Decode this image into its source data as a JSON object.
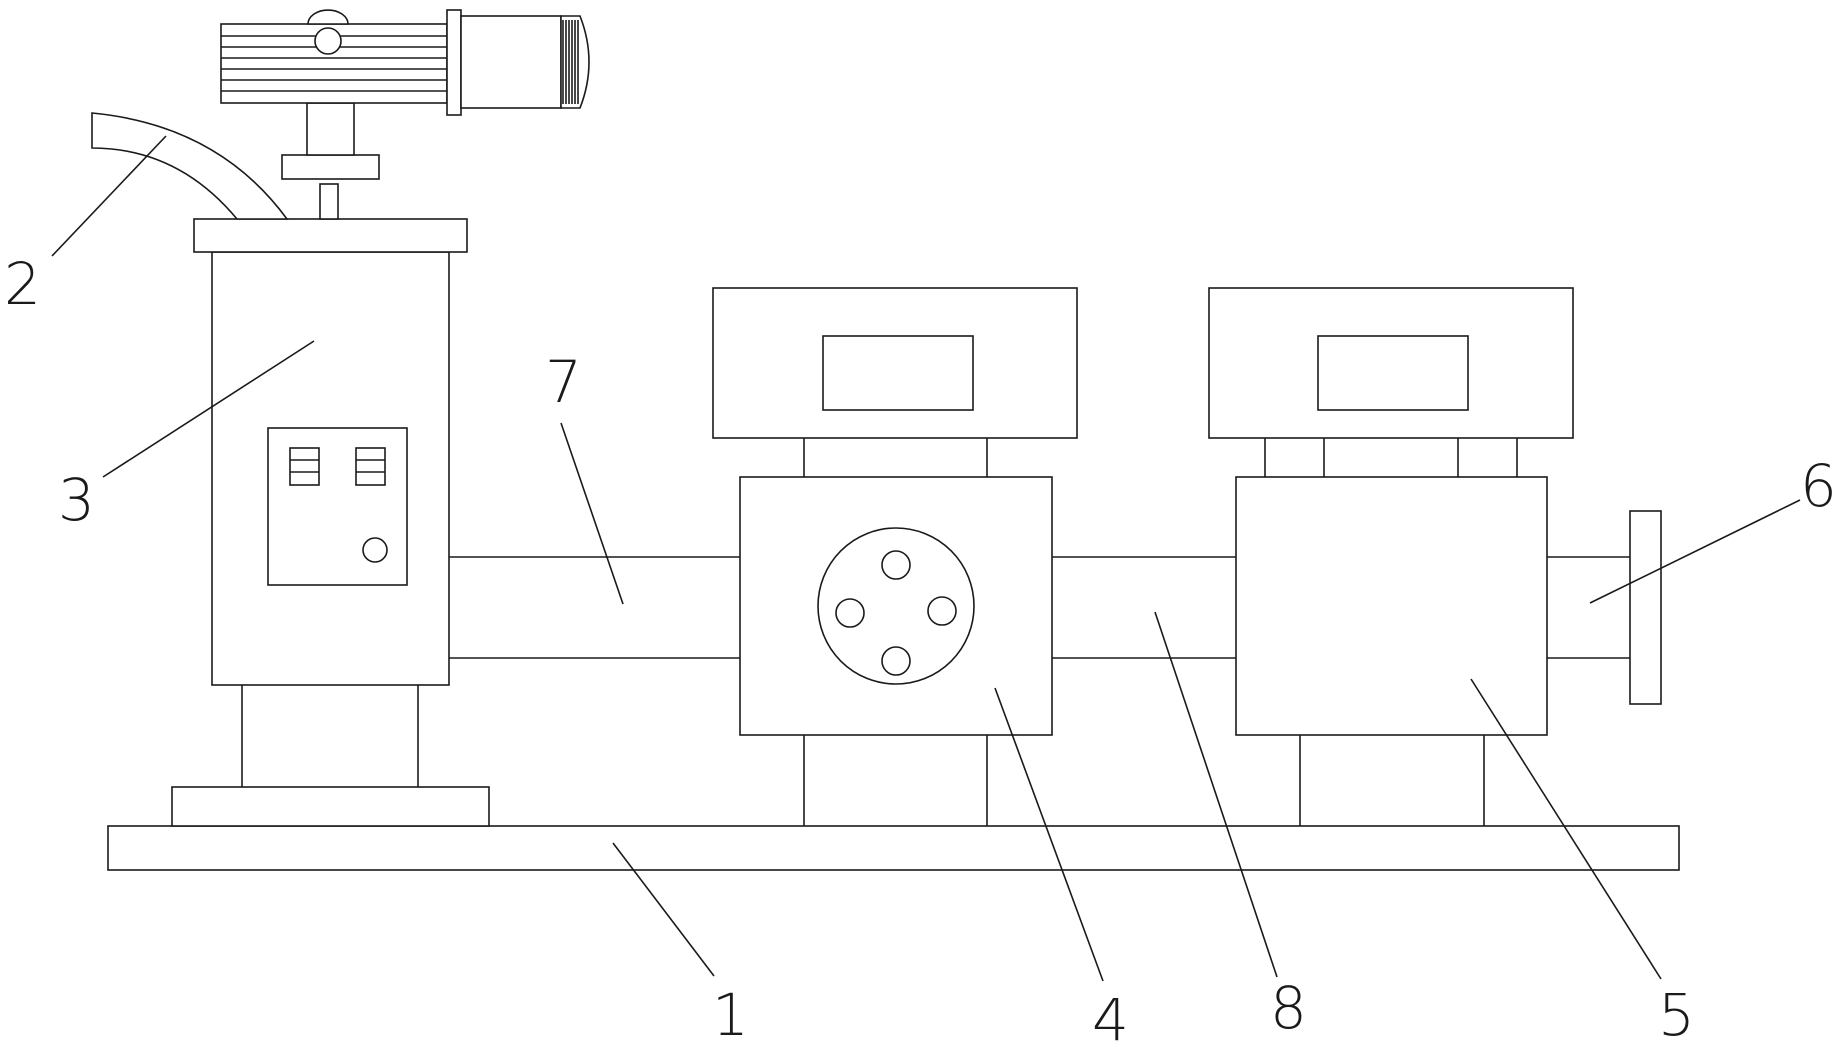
{
  "labels": {
    "base": "1",
    "inlet_pipe": "2",
    "mixing_tank": "3",
    "first_unit": "4",
    "second_unit": "5",
    "outlet_flange": "6",
    "first_pipe": "7",
    "second_pipe": "8"
  },
  "colors": {
    "line": "#1a1a1a",
    "background": "#ffffff"
  }
}
